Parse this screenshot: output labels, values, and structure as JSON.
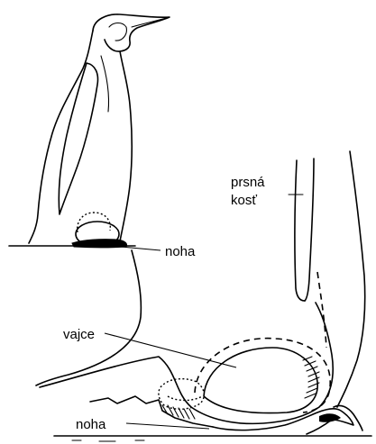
{
  "labels": {
    "noha_top": "noha",
    "sternum_line1": "prsná",
    "sternum_line2": "kosť",
    "egg": "vajce",
    "noha_bottom": "noha"
  }
}
